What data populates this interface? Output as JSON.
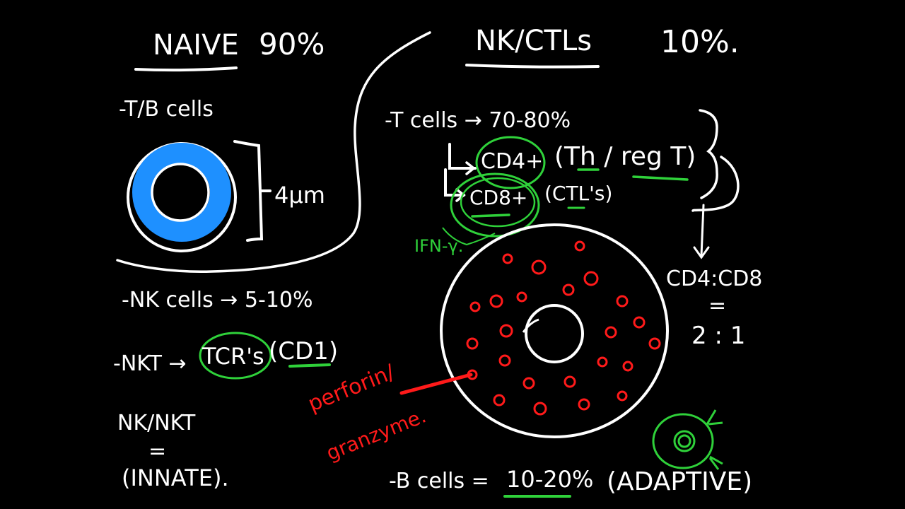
{
  "colors": {
    "background": "#000000",
    "ink": "#ffffff",
    "green": "#2fd13a",
    "red": "#ff1a1a",
    "blue": "#1e90ff"
  },
  "left": {
    "heading": "NAIVE",
    "percent": "90%",
    "cell_types": "-T/B cells",
    "size": "4μm",
    "nk_cells": "-NK cells → 5-10%",
    "nkt_prefix": "-NKT →",
    "nkt_tcr": "TCR's",
    "nkt_cd1": "(CD1)",
    "nk_nkt": "NK/NKT",
    "equals": "=",
    "innate": "(INNATE)."
  },
  "right": {
    "heading": "NK/CTLs",
    "percent": "10%.",
    "t_cells": "-T cells → 70-80%",
    "cd4": "CD4+",
    "th_treg": "(Th / reg T)",
    "cd8": "CD8+",
    "ctls": "(CTL's)",
    "ifn": "IFN-γ.",
    "ratio_label": "CD4:CD8",
    "ratio_equals": "=",
    "ratio_value": "2 : 1",
    "perforin": "perforin/",
    "granzyme": "granzyme.",
    "b_cells_prefix": "-B cells =",
    "b_cells_value": "10-20%",
    "adaptive": "(ADAPTIVE)"
  }
}
